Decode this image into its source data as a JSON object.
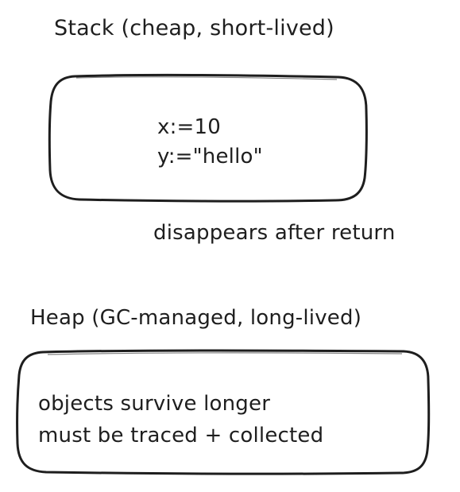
{
  "stack": {
    "title": "Stack (cheap, short-lived)",
    "lines": [
      "x:=10",
      "y:=\"hello\""
    ],
    "note": "disappears after return"
  },
  "heap": {
    "title": "Heap (GC-managed, long-lived)",
    "lines": [
      "objects survive longer",
      "must be traced + collected"
    ]
  },
  "colors": {
    "stroke": "#1e1e1e",
    "text": "#1e1e1e",
    "background": "#ffffff"
  }
}
